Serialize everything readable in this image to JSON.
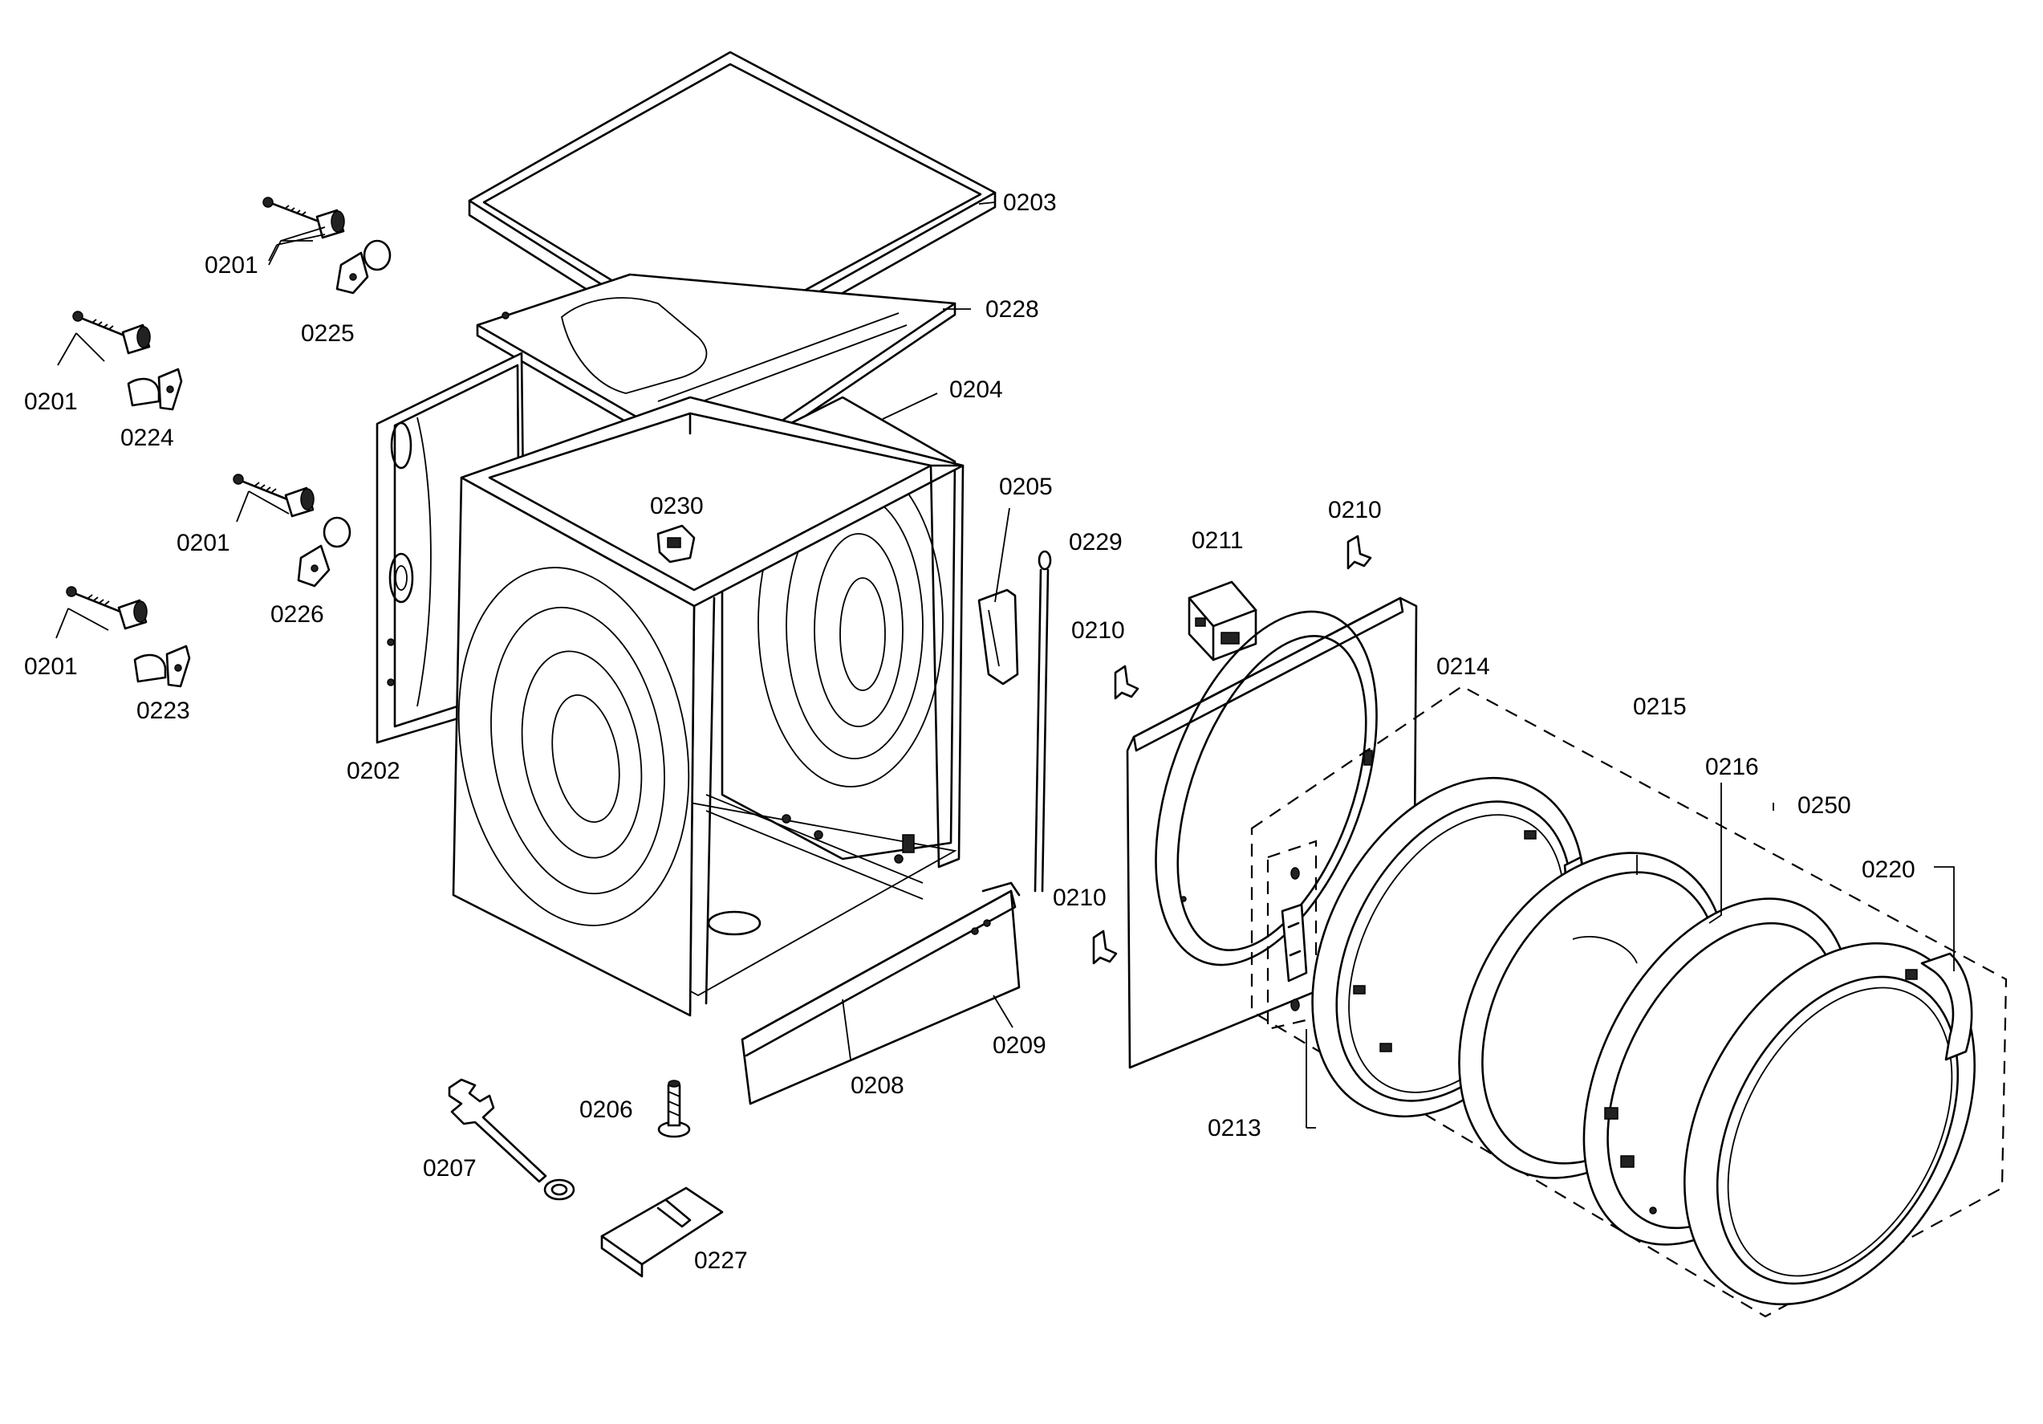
{
  "parts": [
    {
      "id": "p0201a",
      "number": "0201"
    },
    {
      "id": "p0201b",
      "number": "0201"
    },
    {
      "id": "p0201c",
      "number": "0201"
    },
    {
      "id": "p0201d",
      "number": "0201"
    },
    {
      "id": "p0202",
      "number": "0202"
    },
    {
      "id": "p0203",
      "number": "0203"
    },
    {
      "id": "p0204",
      "number": "0204"
    },
    {
      "id": "p0205",
      "number": "0205"
    },
    {
      "id": "p0206",
      "number": "0206"
    },
    {
      "id": "p0207",
      "number": "0207"
    },
    {
      "id": "p0208",
      "number": "0208"
    },
    {
      "id": "p0209",
      "number": "0209"
    },
    {
      "id": "p0210a",
      "number": "0210"
    },
    {
      "id": "p0210b",
      "number": "0210"
    },
    {
      "id": "p0210c",
      "number": "0210"
    },
    {
      "id": "p0211",
      "number": "0211"
    },
    {
      "id": "p0213",
      "number": "0213"
    },
    {
      "id": "p0214",
      "number": "0214"
    },
    {
      "id": "p0215",
      "number": "0215"
    },
    {
      "id": "p0216",
      "number": "0216"
    },
    {
      "id": "p0220",
      "number": "0220"
    },
    {
      "id": "p0223",
      "number": "0223"
    },
    {
      "id": "p0224",
      "number": "0224"
    },
    {
      "id": "p0225",
      "number": "0225"
    },
    {
      "id": "p0226",
      "number": "0226"
    },
    {
      "id": "p0227",
      "number": "0227"
    },
    {
      "id": "p0228",
      "number": "0228"
    },
    {
      "id": "p0229",
      "number": "0229"
    },
    {
      "id": "p0230",
      "number": "0230"
    },
    {
      "id": "p0250",
      "number": "0250"
    }
  ]
}
